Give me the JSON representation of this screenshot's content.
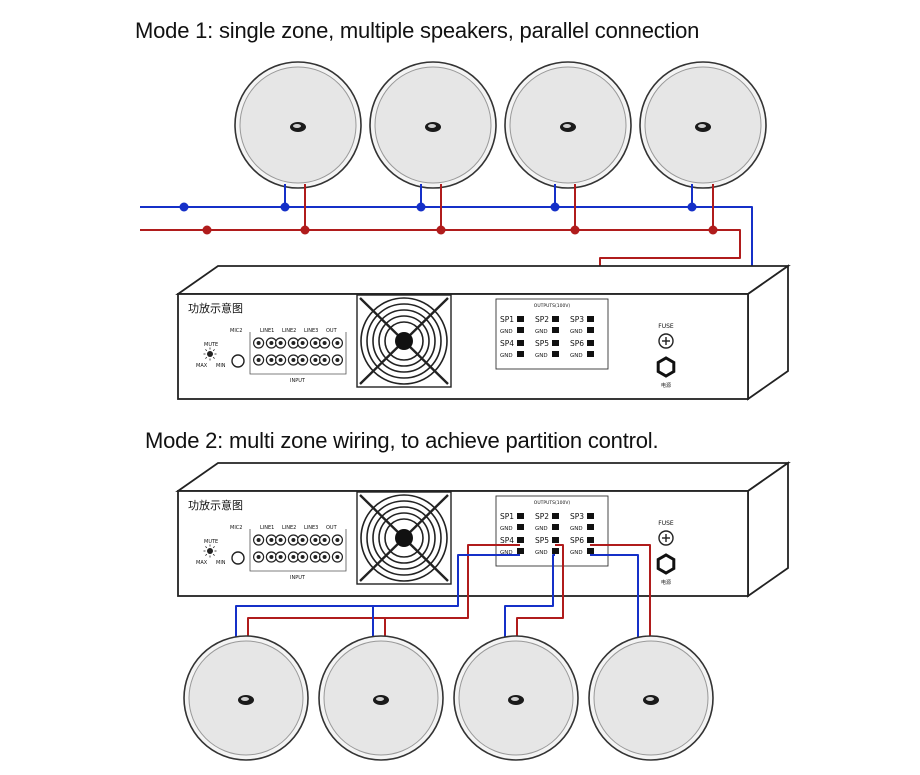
{
  "diagram": {
    "mode1_title": "Mode 1: single zone, multiple speakers, parallel connection",
    "mode2_title": "Mode 2: multi zone wiring, to achieve partition control."
  },
  "amplifier": {
    "panel_title": "功放示意图",
    "mic_label": "MIC2",
    "mute_label": "MUTE",
    "max_label": "MAX",
    "min_label": "MIN",
    "line1_label": "LINE1",
    "line2_label": "LINE2",
    "line3_label": "LINE3",
    "out_label": "OUT",
    "input_label": "INPUT",
    "outputs_label": "OUTPUTS(100V)",
    "sp1": "SP1",
    "sp2": "SP2",
    "sp3": "SP3",
    "sp4": "SP4",
    "sp5": "SP5",
    "sp6": "SP6",
    "gnd": "GND",
    "fuse_label": "FUSE",
    "power_label": "电源"
  },
  "colors": {
    "wire_blue": "#1530c8",
    "wire_red": "#b01c1c",
    "speaker_fill": "#e6e6e6",
    "device_stroke": "#222222"
  }
}
